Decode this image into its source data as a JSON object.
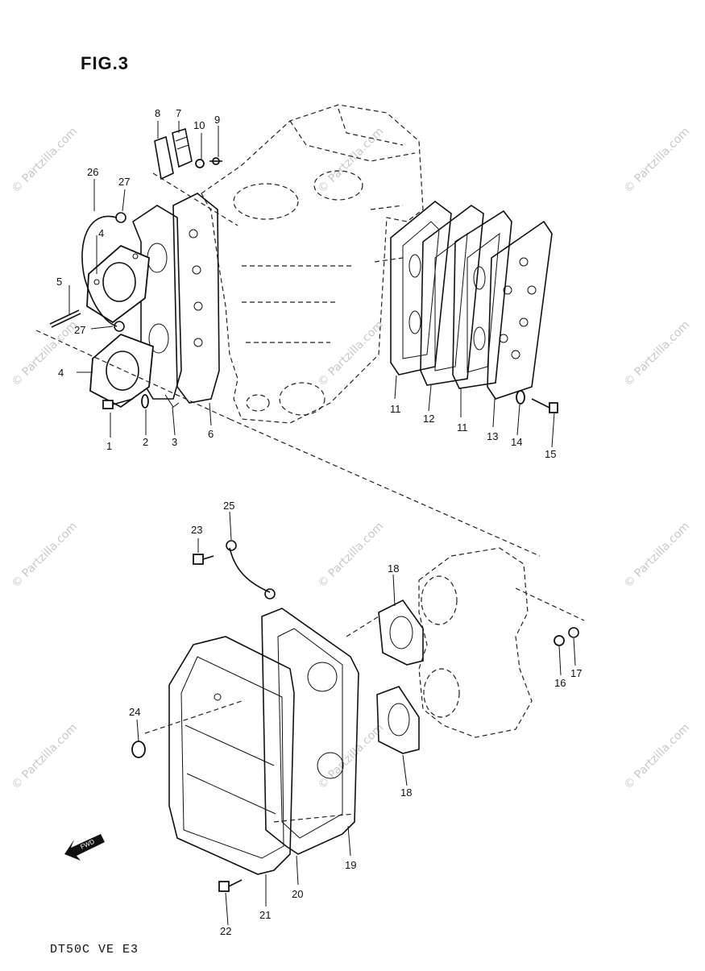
{
  "figure": {
    "title": "FIG.3",
    "model_code": "DT50C VE E3",
    "watermark": "© Partzilla.com",
    "fwd_marker": "FWD"
  },
  "part_labels": [
    "1",
    "2",
    "3",
    "4",
    "4",
    "5",
    "6",
    "7",
    "8",
    "9",
    "10",
    "11",
    "11",
    "12",
    "13",
    "14",
    "15",
    "16",
    "17",
    "18",
    "18",
    "19",
    "20",
    "21",
    "22",
    "23",
    "24",
    "25",
    "26",
    "27",
    "27"
  ]
}
